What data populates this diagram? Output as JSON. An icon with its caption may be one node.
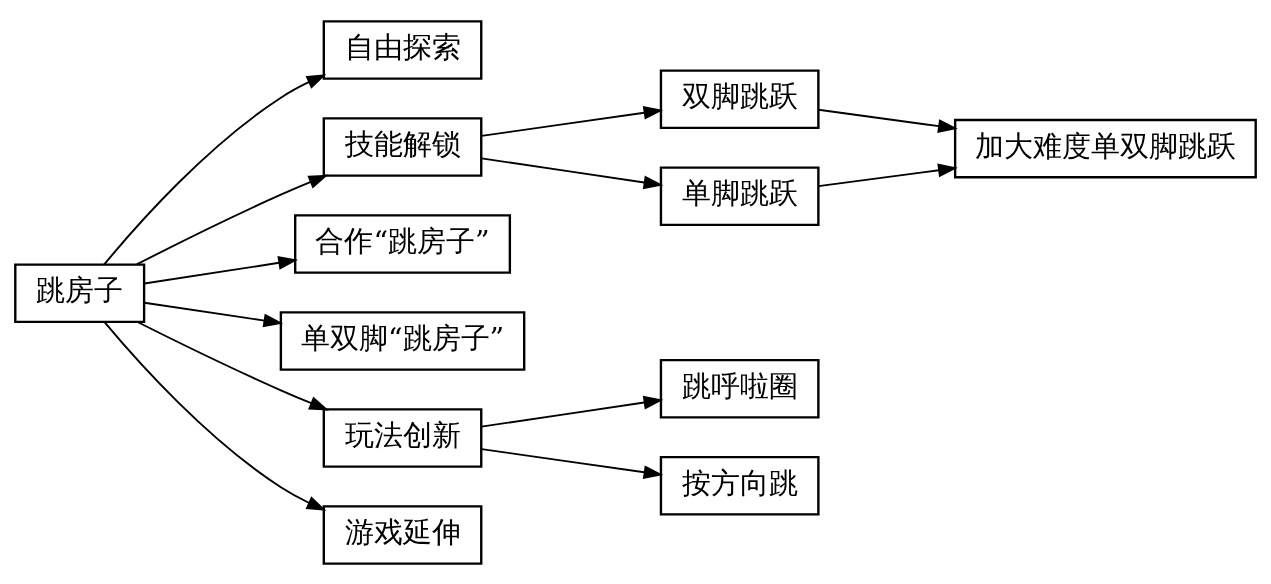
{
  "diagram": {
    "nodes": [
      {
        "text": [
          "跳房子"
        ]
      },
      {
        "text": [
          "自由探索"
        ]
      },
      {
        "text": [
          "技能解锁"
        ]
      },
      {
        "text": [
          "合作“跳房子”"
        ]
      },
      {
        "text": [
          "单双脚“跳房子”"
        ]
      },
      {
        "text": [
          "玩法创新"
        ]
      },
      {
        "text": [
          "游戏延伸"
        ]
      },
      {
        "text": [
          "双脚跳跃"
        ]
      },
      {
        "text": [
          "单脚跳跃"
        ]
      },
      {
        "text": [
          "跳呼啦圈"
        ]
      },
      {
        "text": [
          "按方向跳"
        ]
      },
      {
        "text": [
          "加大难度单双脚跳跃"
        ]
      }
    ],
    "edges": [
      {
        "from": 0,
        "to": 1,
        "arrow": "to"
      },
      {
        "from": 0,
        "to": 2,
        "arrow": "to"
      },
      {
        "from": 0,
        "to": 3,
        "arrow": "to"
      },
      {
        "from": 0,
        "to": 4,
        "arrow": "to"
      },
      {
        "from": 0,
        "to": 5,
        "arrow": "to"
      },
      {
        "from": 0,
        "to": 6,
        "arrow": "to"
      },
      {
        "from": 2,
        "to": 7,
        "arrow": "to"
      },
      {
        "from": 2,
        "to": 8,
        "arrow": "to"
      },
      {
        "from": 5,
        "to": 9,
        "arrow": "to"
      },
      {
        "from": 5,
        "to": 10,
        "arrow": "to"
      },
      {
        "from": 7,
        "to": 11,
        "arrow": "to"
      },
      {
        "from": 8,
        "to": 11,
        "arrow": "to"
      }
    ]
  }
}
